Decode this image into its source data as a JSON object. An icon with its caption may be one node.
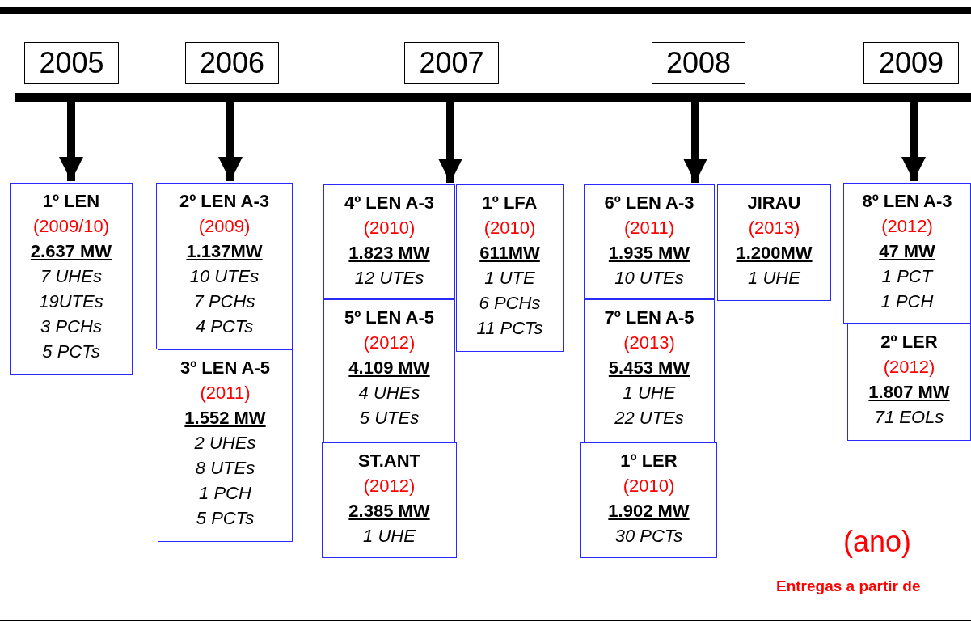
{
  "diagram": {
    "nodes": [
      {
        "text": [
          "2005"
        ]
      },
      {
        "text": [
          "2006"
        ]
      },
      {
        "text": [
          "2007"
        ]
      },
      {
        "text": [
          "2008"
        ]
      },
      {
        "text": [
          "2009"
        ]
      },
      {
        "text": [
          "1º LEN",
          "(2009/10)",
          "2.637 MW",
          "7 UHEs",
          "19UTEs",
          "3 PCHs",
          "5 PCTs"
        ]
      },
      {
        "text": [
          "2º LEN A-3",
          "(2009)",
          "1.137MW",
          "10 UTEs",
          "7 PCHs",
          "4 PCTs"
        ]
      },
      {
        "text": [
          "3º LEN A-5",
          "(2011)",
          "1.552 MW",
          "2 UHEs",
          "8 UTEs",
          "1 PCH",
          "5 PCTs"
        ]
      },
      {
        "text": [
          "4º LEN A-3",
          "(2010)",
          "1.823 MW",
          "12 UTEs"
        ]
      },
      {
        "text": [
          "5º LEN A-5",
          "(2012)",
          "4.109 MW",
          "4 UHEs",
          "5 UTEs"
        ]
      },
      {
        "text": [
          "ST.ANT",
          "(2012)",
          "2.385 MW",
          "1 UHE"
        ]
      },
      {
        "text": [
          "1º LFA",
          "(2010)",
          "611MW",
          "1 UTE",
          "6 PCHs",
          "11 PCTs"
        ]
      },
      {
        "text": [
          "6º LEN A-3",
          "(2011)",
          "1.935 MW",
          "10 UTEs"
        ]
      },
      {
        "text": [
          "7º LEN A-5",
          "(2013)",
          "5.453 MW",
          "1 UHE",
          "22 UTEs"
        ]
      },
      {
        "text": [
          "1º LER",
          "(2010)",
          "1.902 MW",
          "30 PCTs"
        ]
      },
      {
        "text": [
          "JIRAU",
          "(2013)",
          "1.200MW",
          "1 UHE"
        ]
      },
      {
        "text": [
          "8º LEN A-3",
          "(2012)",
          "47 MW",
          "1 PCT",
          "1 PCH"
        ]
      },
      {
        "text": [
          "2º LER",
          "(2012)",
          "1.807 MW",
          "71 EOLs"
        ]
      }
    ],
    "edges": [
      {
        "from": null,
        "to": 5,
        "arrow": "to"
      },
      {
        "from": null,
        "to": 6,
        "arrow": "to"
      },
      {
        "from": null,
        "to": 8,
        "arrow": "to"
      },
      {
        "from": null,
        "to": 12,
        "arrow": "to"
      },
      {
        "from": null,
        "to": 16,
        "arrow": "to"
      }
    ],
    "labels": [
      "(ano)",
      "Entregas a partir de"
    ]
  }
}
